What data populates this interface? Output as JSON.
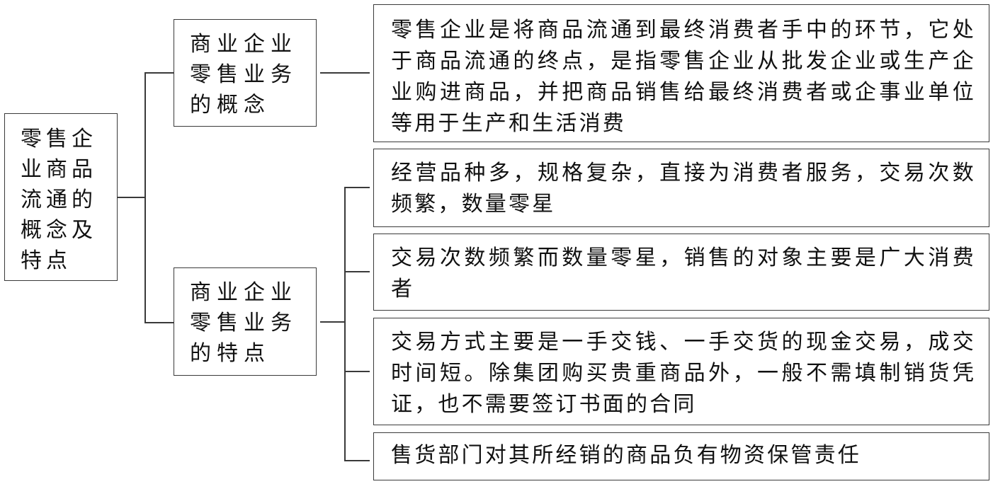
{
  "diagram": {
    "root": {
      "label": "零售企业商品流通的概念及特点"
    },
    "branches": [
      {
        "label": "商业企业零售业务的概念",
        "items": [
          {
            "text": "零售企业是将商品流通到最终消费者手中的环节，它处于商品流通的终点，是指零售企业从批发企业或生产企业购进商品，并把商品销售给最终消费者或企事业单位等用于生产和生活消费"
          }
        ]
      },
      {
        "label": "商业企业零售业务的特点",
        "items": [
          {
            "text": "经营品种多，规格复杂，直接为消费者服务，交易次数频繁，数量零星"
          },
          {
            "text": "交易次数频繁而数量零星，销售的对象主要是广大消费者"
          },
          {
            "text": "交易方式主要是一手交钱、一手交货的现金交易，成交时间短。除集团购买贵重商品外，一般不需填制销货凭证，也不需要签订书面的合同"
          },
          {
            "text": "售货部门对其所经销的商品负有物资保管责任"
          }
        ]
      }
    ]
  }
}
